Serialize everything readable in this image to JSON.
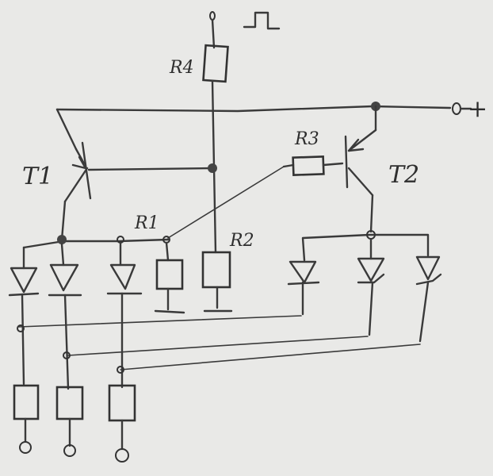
{
  "labels": {
    "r1": "R1",
    "r2": "R2",
    "r3": "R3",
    "r4": "R4",
    "t1": "T1",
    "t2": "T2",
    "plus": "+"
  }
}
